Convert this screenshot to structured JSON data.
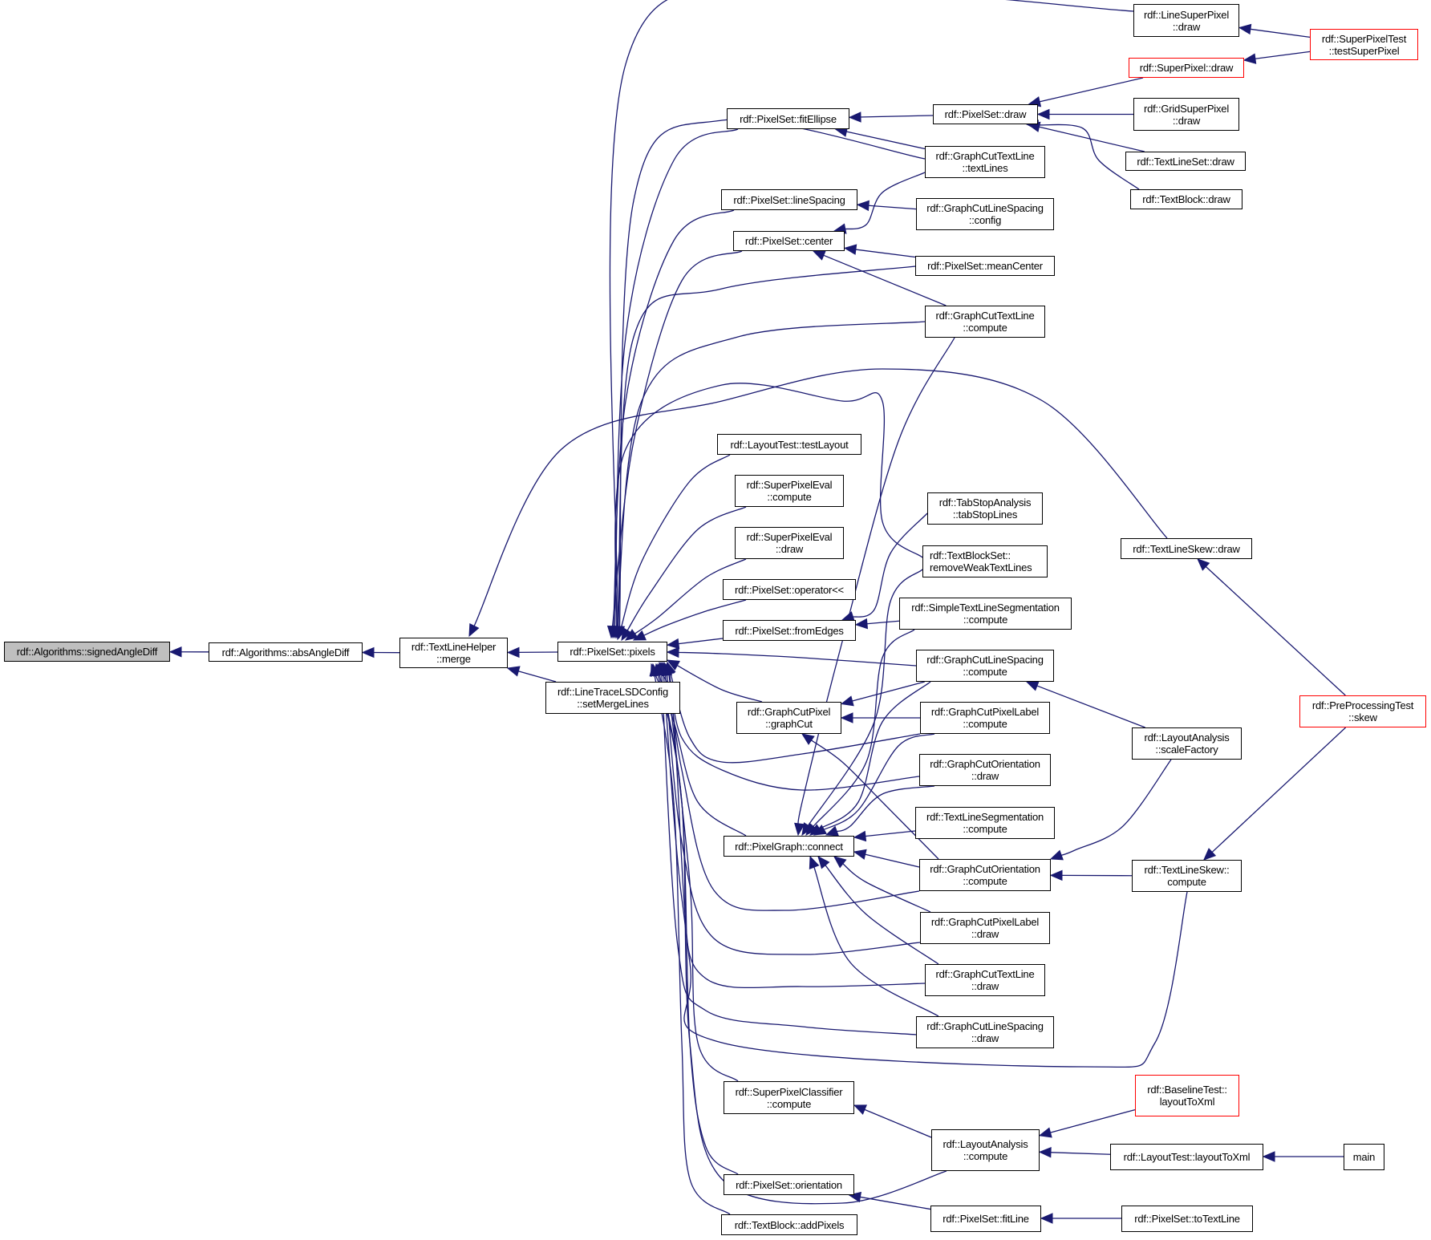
{
  "graph": {
    "kind": "caller-graph",
    "root": "signedAngleDiff",
    "edge_color": "#191970",
    "highlight_border_color": "#ff0000",
    "current_fill": "#bfbfbf",
    "nodes": [
      {
        "id": "signedAngleDiff",
        "label": "rdf::Algorithms::signedAngleDiff",
        "current": true
      },
      {
        "id": "absAngleDiff",
        "label": "rdf::Algorithms::absAngleDiff"
      },
      {
        "id": "merge",
        "label": "rdf::TextLineHelper\n::merge"
      },
      {
        "id": "pixels",
        "label": "rdf::PixelSet::pixels"
      },
      {
        "id": "setMergeLines",
        "label": "rdf::LineTraceLSDConfig\n::setMergeLines"
      },
      {
        "id": "fitEllipse",
        "label": "rdf::PixelSet::fitEllipse"
      },
      {
        "id": "lineSpacing",
        "label": "rdf::PixelSet::lineSpacing"
      },
      {
        "id": "center",
        "label": "rdf::PixelSet::center"
      },
      {
        "id": "testLayout",
        "label": "rdf::LayoutTest::testLayout"
      },
      {
        "id": "spEvalCompute",
        "label": "rdf::SuperPixelEval\n::compute"
      },
      {
        "id": "spEvalDraw",
        "label": "rdf::SuperPixelEval\n::draw"
      },
      {
        "id": "operatorShift",
        "label": "rdf::PixelSet::operator<<"
      },
      {
        "id": "fromEdges",
        "label": "rdf::PixelSet::fromEdges"
      },
      {
        "id": "graphCut",
        "label": "rdf::GraphCutPixel\n::graphCut"
      },
      {
        "id": "connect",
        "label": "rdf::PixelGraph::connect"
      },
      {
        "id": "spClassifierCompute",
        "label": "rdf::SuperPixelClassifier\n::compute"
      },
      {
        "id": "orientation",
        "label": "rdf::PixelSet::orientation"
      },
      {
        "id": "addPixels",
        "label": "rdf::TextBlock::addPixels"
      },
      {
        "id": "pixelSetDraw",
        "label": "rdf::PixelSet::draw"
      },
      {
        "id": "gctlTextLines",
        "label": "rdf::GraphCutTextLine\n::textLines"
      },
      {
        "id": "gclsConfig",
        "label": "rdf::GraphCutLineSpacing\n::config"
      },
      {
        "id": "meanCenter",
        "label": "rdf::PixelSet::meanCenter"
      },
      {
        "id": "gctlCompute",
        "label": "rdf::GraphCutTextLine\n::compute"
      },
      {
        "id": "tabStopLines",
        "label": "rdf::TabStopAnalysis\n::tabStopLines"
      },
      {
        "id": "removeWeak",
        "label": "rdf::TextBlockSet::\nremoveWeakTextLines",
        "left": true
      },
      {
        "id": "simpleTLSCompute",
        "label": "rdf::SimpleTextLineSegmentation\n::compute"
      },
      {
        "id": "gclsCompute",
        "label": "rdf::GraphCutLineSpacing\n::compute"
      },
      {
        "id": "gcplCompute",
        "label": "rdf::GraphCutPixelLabel\n::compute"
      },
      {
        "id": "gcoDraw",
        "label": "rdf::GraphCutOrientation\n::draw"
      },
      {
        "id": "tlsCompute",
        "label": "rdf::TextLineSegmentation\n::compute"
      },
      {
        "id": "gcoCompute",
        "label": "rdf::GraphCutOrientation\n::compute"
      },
      {
        "id": "gcplDraw",
        "label": "rdf::GraphCutPixelLabel\n::draw"
      },
      {
        "id": "gctlDraw",
        "label": "rdf::GraphCutTextLine\n::draw"
      },
      {
        "id": "gclsDraw",
        "label": "rdf::GraphCutLineSpacing\n::draw"
      },
      {
        "id": "laCompute",
        "label": "rdf::LayoutAnalysis\n::compute"
      },
      {
        "id": "fitLine",
        "label": "rdf::PixelSet::fitLine"
      },
      {
        "id": "lineSPDraw",
        "label": "rdf::LineSuperPixel\n::draw"
      },
      {
        "id": "spDraw",
        "label": "rdf::SuperPixel::draw",
        "red": true
      },
      {
        "id": "gridSPDraw",
        "label": "rdf::GridSuperPixel\n::draw"
      },
      {
        "id": "tlSetDraw",
        "label": "rdf::TextLineSet::draw"
      },
      {
        "id": "textBlockDraw",
        "label": "rdf::TextBlock::draw"
      },
      {
        "id": "tlSkewDraw",
        "label": "rdf::TextLineSkew::draw"
      },
      {
        "id": "scaleFactory",
        "label": "rdf::LayoutAnalysis\n::scaleFactory"
      },
      {
        "id": "tlSkewCompute",
        "label": "rdf::TextLineSkew::\ncompute"
      },
      {
        "id": "baselineLayoutToXml",
        "label": "rdf::BaselineTest::\nlayoutToXml",
        "red": true
      },
      {
        "id": "layoutTestLayoutToXml",
        "label": "rdf::LayoutTest::layoutToXml"
      },
      {
        "id": "toTextLine",
        "label": "rdf::PixelSet::toTextLine"
      },
      {
        "id": "spTest",
        "label": "rdf::SuperPixelTest\n::testSuperPixel",
        "red": true
      },
      {
        "id": "ppSkew",
        "label": "rdf::PreProcessingTest\n::skew",
        "red": true
      },
      {
        "id": "main",
        "label": "main"
      }
    ],
    "edges": [
      [
        "absAngleDiff",
        "signedAngleDiff"
      ],
      [
        "merge",
        "absAngleDiff"
      ],
      [
        "pixels",
        "merge"
      ],
      [
        "setMergeLines",
        "merge"
      ],
      [
        "tlSkewDraw",
        "merge"
      ],
      [
        "fitEllipse",
        "pixels"
      ],
      [
        "lineSpacing",
        "pixels"
      ],
      [
        "center",
        "pixels"
      ],
      [
        "testLayout",
        "pixels"
      ],
      [
        "spEvalCompute",
        "pixels"
      ],
      [
        "spEvalDraw",
        "pixels"
      ],
      [
        "operatorShift",
        "pixels"
      ],
      [
        "fromEdges",
        "pixels"
      ],
      [
        "graphCut",
        "pixels"
      ],
      [
        "connect",
        "pixels"
      ],
      [
        "spClassifierCompute",
        "pixels"
      ],
      [
        "orientation",
        "pixels"
      ],
      [
        "addPixels",
        "pixels"
      ],
      [
        "lineSPDraw",
        "pixels"
      ],
      [
        "gctlTextLines",
        "pixels"
      ],
      [
        "meanCenter",
        "pixels"
      ],
      [
        "gctlCompute",
        "pixels"
      ],
      [
        "removeWeak",
        "pixels"
      ],
      [
        "gclsCompute",
        "pixels"
      ],
      [
        "gcplCompute",
        "pixels"
      ],
      [
        "gcoDraw",
        "pixels"
      ],
      [
        "gcoCompute",
        "pixels"
      ],
      [
        "gcplDraw",
        "pixels"
      ],
      [
        "gctlDraw",
        "pixels"
      ],
      [
        "gclsDraw",
        "pixels"
      ],
      [
        "tlSkewCompute",
        "pixels"
      ],
      [
        "laCompute",
        "pixels"
      ],
      [
        "pixelSetDraw",
        "fitEllipse"
      ],
      [
        "gctlTextLines",
        "fitEllipse"
      ],
      [
        "gclsConfig",
        "lineSpacing"
      ],
      [
        "gctlTextLines",
        "center"
      ],
      [
        "meanCenter",
        "center"
      ],
      [
        "gctlCompute",
        "center"
      ],
      [
        "tabStopLines",
        "fromEdges"
      ],
      [
        "simpleTLSCompute",
        "fromEdges"
      ],
      [
        "gclsCompute",
        "graphCut"
      ],
      [
        "gcplCompute",
        "graphCut"
      ],
      [
        "gcoCompute",
        "graphCut"
      ],
      [
        "gctlCompute",
        "connect"
      ],
      [
        "removeWeak",
        "connect"
      ],
      [
        "simpleTLSCompute",
        "connect"
      ],
      [
        "gclsCompute",
        "connect"
      ],
      [
        "gcplCompute",
        "connect"
      ],
      [
        "gcoDraw",
        "connect"
      ],
      [
        "tlsCompute",
        "connect"
      ],
      [
        "gcoCompute",
        "connect"
      ],
      [
        "gcplDraw",
        "connect"
      ],
      [
        "gctlDraw",
        "connect"
      ],
      [
        "gclsDraw",
        "connect"
      ],
      [
        "laCompute",
        "spClassifierCompute"
      ],
      [
        "fitLine",
        "orientation"
      ],
      [
        "spDraw",
        "pixelSetDraw"
      ],
      [
        "gridSPDraw",
        "pixelSetDraw"
      ],
      [
        "tlSetDraw",
        "pixelSetDraw"
      ],
      [
        "textBlockDraw",
        "pixelSetDraw"
      ],
      [
        "scaleFactory",
        "gclsCompute"
      ],
      [
        "scaleFactory",
        "gcoCompute"
      ],
      [
        "tlSkewCompute",
        "gcoCompute"
      ],
      [
        "baselineLayoutToXml",
        "laCompute"
      ],
      [
        "layoutTestLayoutToXml",
        "laCompute"
      ],
      [
        "toTextLine",
        "fitLine"
      ],
      [
        "spTest",
        "lineSPDraw"
      ],
      [
        "spTest",
        "spDraw"
      ],
      [
        "ppSkew",
        "tlSkewDraw"
      ],
      [
        "ppSkew",
        "tlSkewCompute"
      ],
      [
        "main",
        "layoutTestLayoutToXml"
      ]
    ]
  }
}
